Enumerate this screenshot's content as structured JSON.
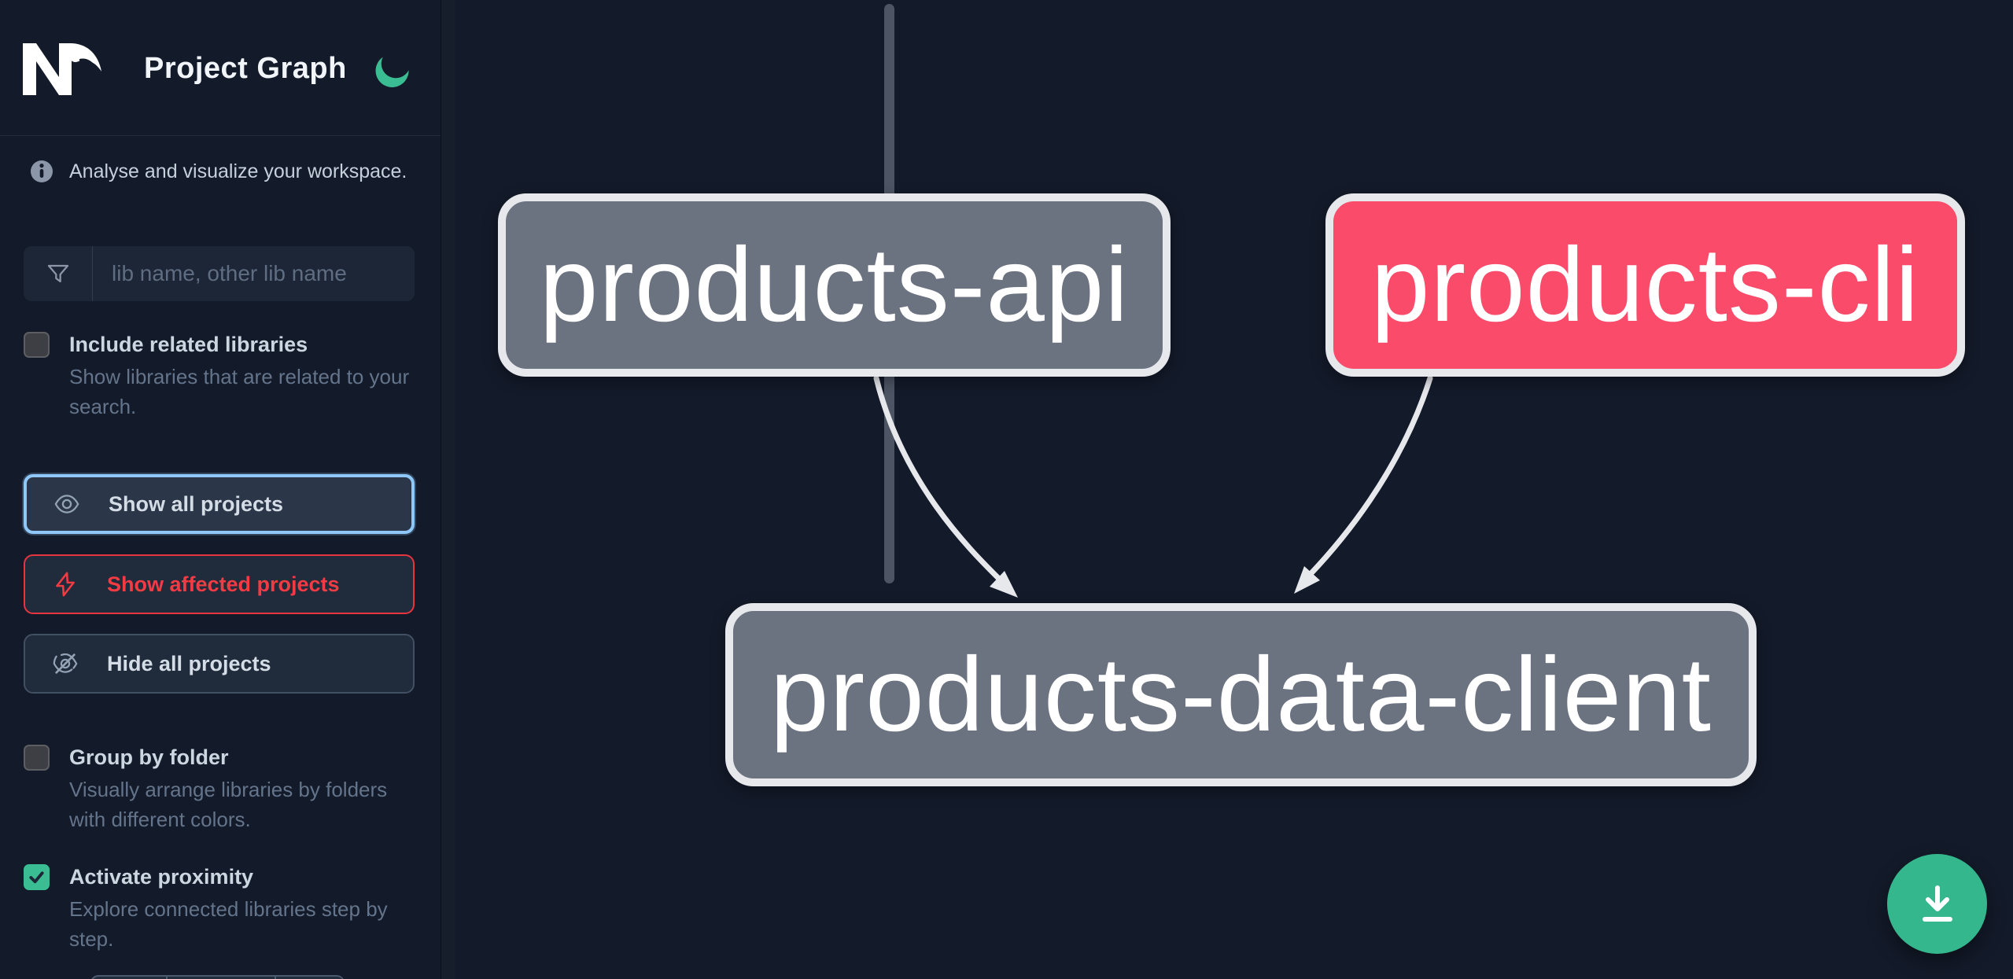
{
  "header": {
    "title": "Project Graph",
    "logo_icon": "nx-logo",
    "theme_toggle_icon": "moon-icon"
  },
  "sidebar": {
    "info": {
      "icon": "info-icon",
      "text": "Analyse and visualize your workspace."
    },
    "search": {
      "icon": "funnel-icon",
      "placeholder": "lib name, other lib name",
      "value": ""
    },
    "toggles": [
      {
        "label": "Include related libraries",
        "description": "Show libraries that are related to your search.",
        "checked": false
      },
      {
        "label": "Group by folder",
        "description": "Visually arrange libraries by folders with different colors.",
        "checked": false
      },
      {
        "label": "Activate proximity",
        "description": "Explore connected libraries step by step.",
        "checked": true
      }
    ],
    "buttons": [
      {
        "label": "Show all projects",
        "icon": "eye-icon",
        "state": "focused"
      },
      {
        "label": "Show affected projects",
        "icon": "bolt-icon",
        "state": "affected"
      },
      {
        "label": "Hide all projects",
        "icon": "eye-off-icon",
        "state": "default"
      }
    ]
  },
  "graph": {
    "nodes": [
      {
        "id": "products-api",
        "label": "products-api",
        "type": "normal"
      },
      {
        "id": "products-cli",
        "label": "products-cli",
        "type": "affected"
      },
      {
        "id": "products-data-client",
        "label": "products-data-client",
        "type": "normal"
      }
    ],
    "edges": [
      {
        "from": "products-api",
        "to": "products-data-client"
      },
      {
        "from": "products-cli",
        "to": "products-data-client"
      }
    ]
  },
  "fab": {
    "icon": "download-icon"
  },
  "colors": {
    "background": "#131a29",
    "accent_green": "#3bbd93",
    "node_gray": "#6b7280",
    "node_affected": "#fb4b6a",
    "node_border": "#e6e8ec",
    "edge": "#e6e8ec",
    "focus_ring": "#8fc7f8",
    "danger_red": "#f23b43",
    "text_primary": "#ccd6e1",
    "text_muted": "#64748b"
  }
}
